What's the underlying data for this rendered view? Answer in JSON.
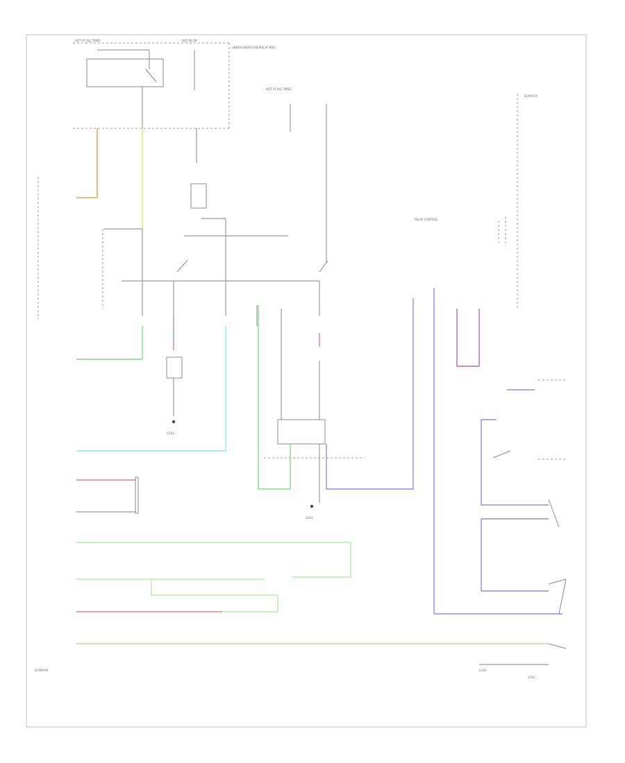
{
  "diagram": {
    "footer_code": "",
    "labels": {
      "fuse_top_left": "HOT AT ALL TIMES",
      "fuse_top_right": "HOT IN ON",
      "fuse_box": "UNDER-DASH FUSE/RELAY BOX",
      "relay_box_right": "",
      "hot_all_times_mid": "HOT AT ALL TIMES",
      "ecm_right": "ECM/PCM",
      "relay_control": "RELAY CONTROL",
      "ground_g101": "G101",
      "ground_g102": "G102",
      "ground_g201": "G201",
      "engine_ecm_bottom": "ECM/PCM",
      "ground_bottom_right": "G101"
    },
    "colors": {
      "wire_gray": "#9a9a9a",
      "wire_orange": "#f0a050",
      "wire_yellow": "#e8e86a",
      "wire_green": "#7ee07e",
      "wire_cyan": "#8fe6f0",
      "wire_blue": "#8c8cf0",
      "wire_red": "#f07a7a",
      "wire_pink": "#f0a0a0",
      "wire_purple": "#c060c0",
      "wire_tan": "#d8cca0",
      "wire_lightgreen": "#b0f0a0"
    }
  }
}
